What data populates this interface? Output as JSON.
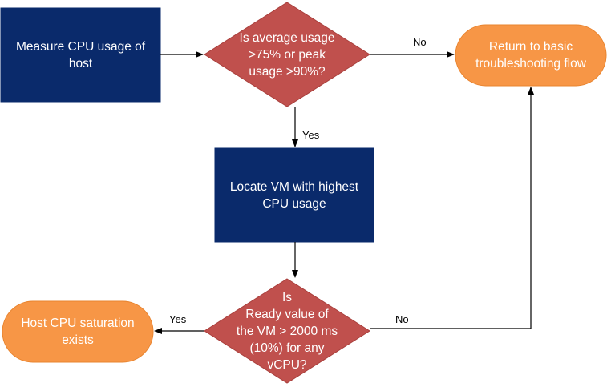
{
  "colors": {
    "process_fill": "#0a2a6b",
    "decision_fill": "#c0504d",
    "terminal_fill": "#f79646",
    "line": "#000000",
    "text": "#ffffff"
  },
  "nodes": {
    "measure_cpu": "Measure CPU usage of\nhost",
    "usage_decision": "Is average usage\n>75% or peak\nusage >90%?",
    "return_basic": "Return to basic\ntroubleshooting flow",
    "locate_vm": "Locate VM with highest\nCPU usage",
    "ready_decision": "Is\nReady value of\nthe VM > 2000 ms\n(10%) for any\nvCPU?",
    "saturation_exists": "Host CPU saturation\nexists"
  },
  "edge_labels": {
    "usage_no": "No",
    "usage_yes": "Yes",
    "ready_yes": "Yes",
    "ready_no": "No"
  }
}
